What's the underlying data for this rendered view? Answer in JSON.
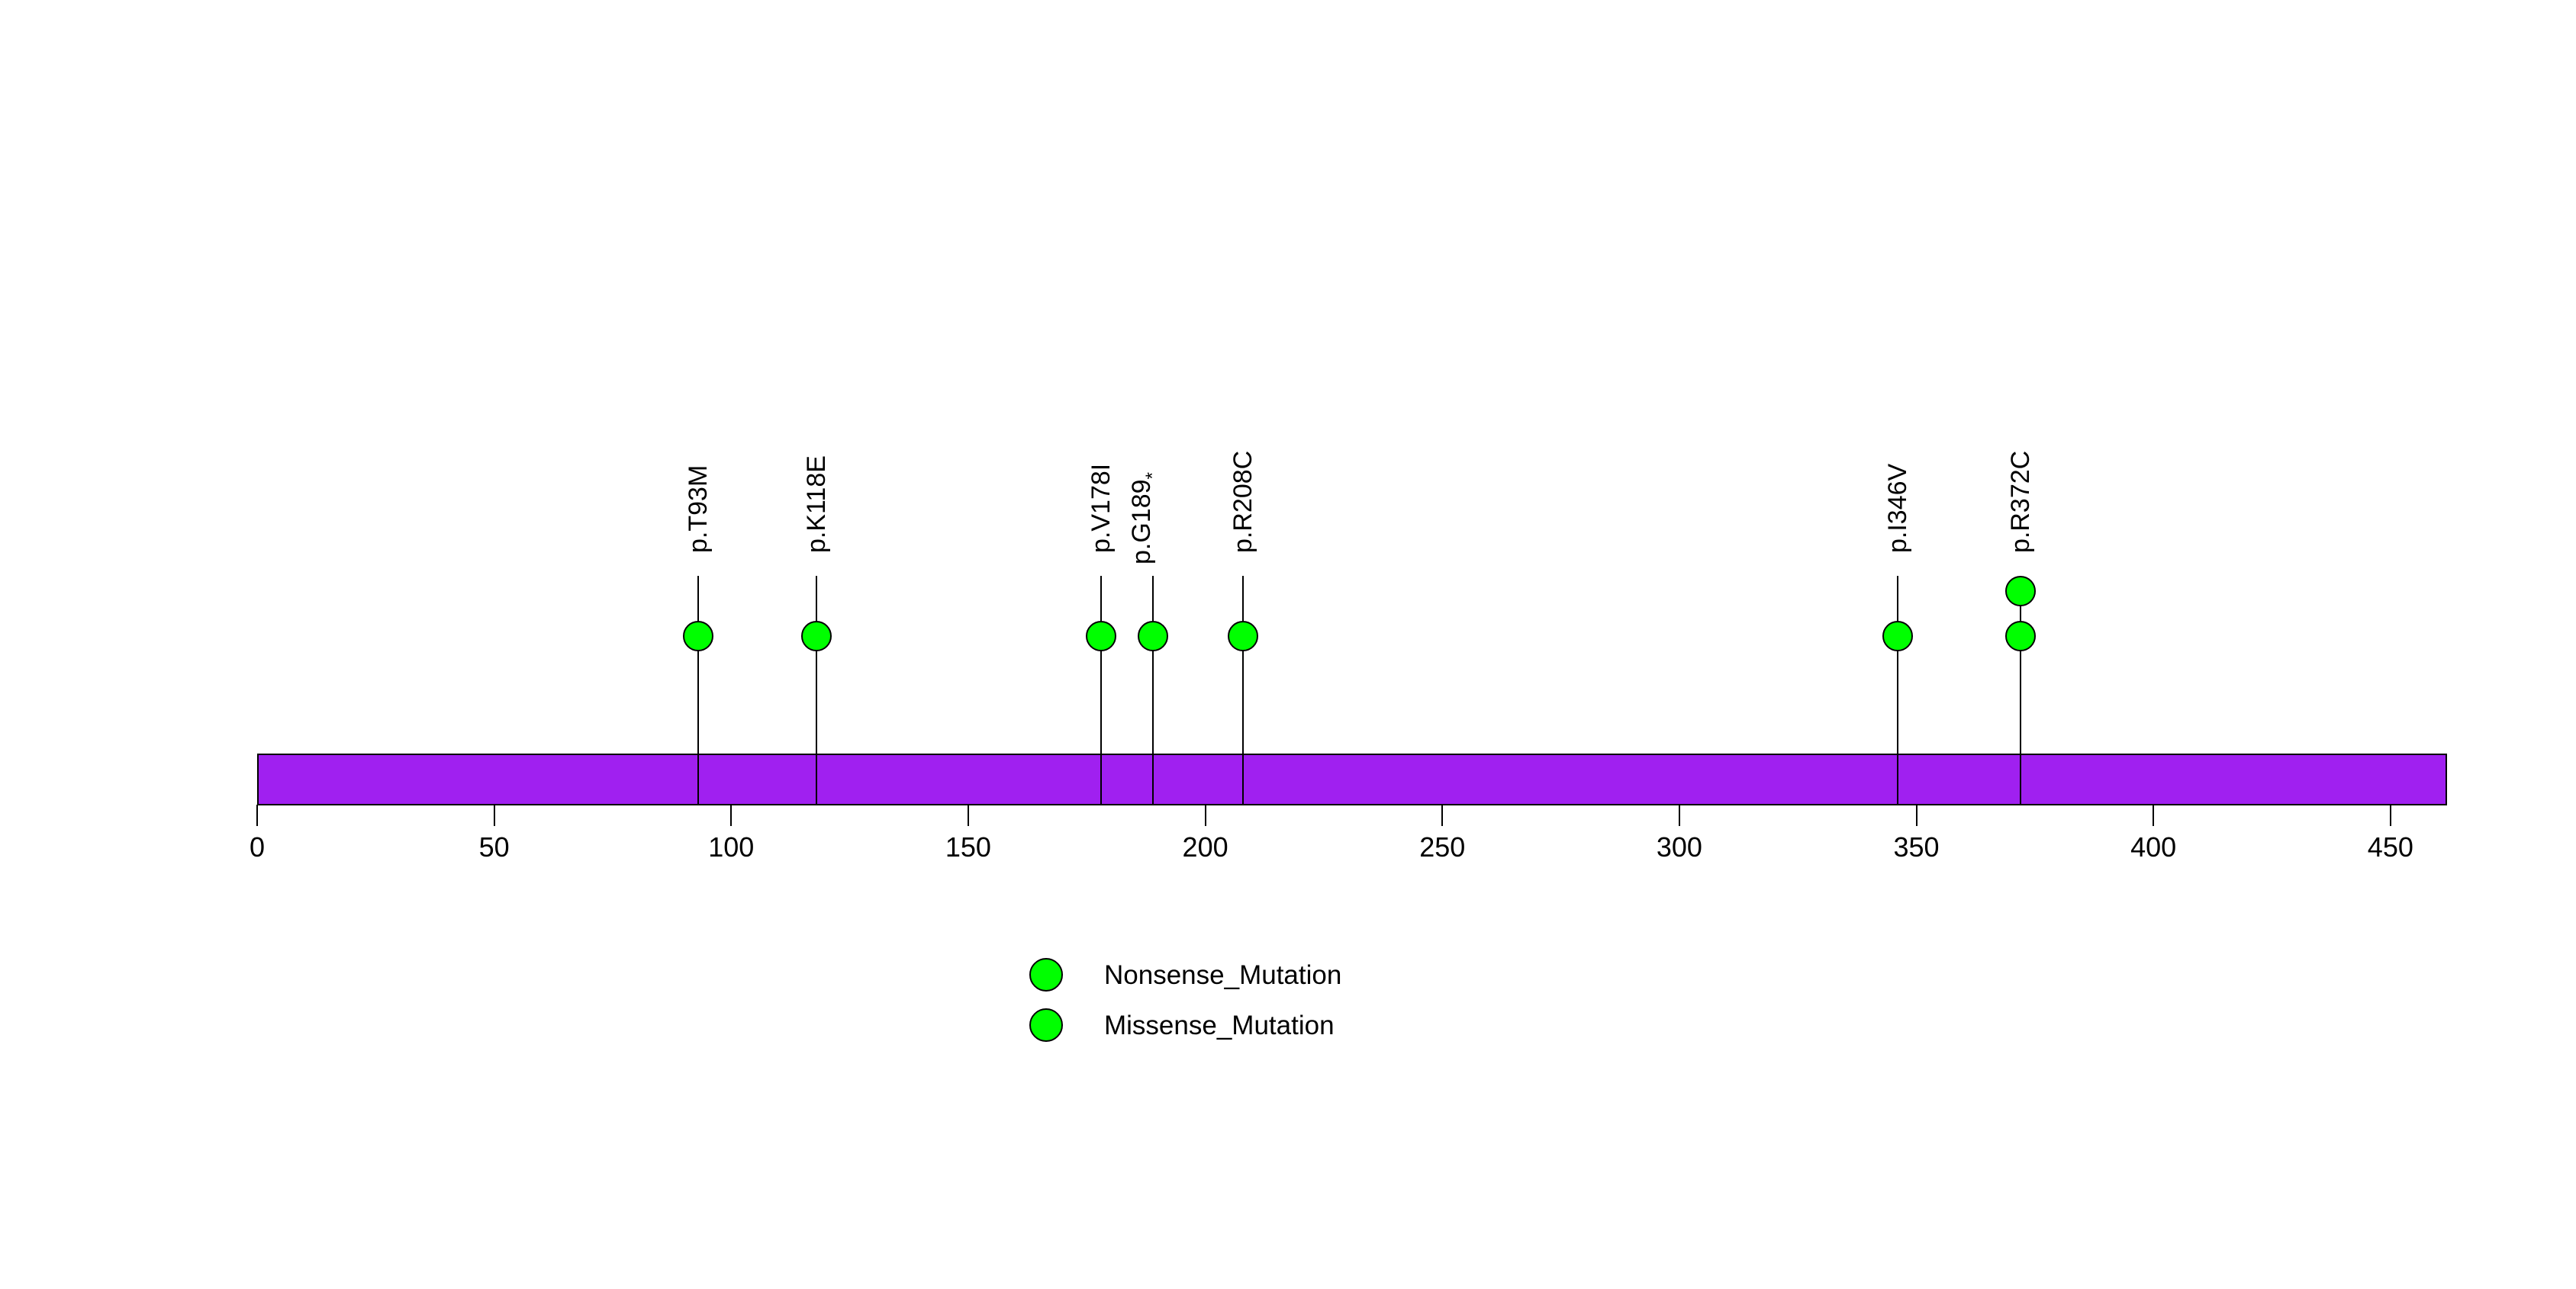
{
  "chart_data": {
    "type": "lollipop",
    "title": "",
    "protein_length": 462,
    "xlim": [
      0,
      462
    ],
    "x_ticks": [
      0,
      50,
      100,
      150,
      200,
      250,
      300,
      350,
      400,
      450
    ],
    "backbone_color": "#A020F0",
    "mutation_point_color": "#00FF00",
    "mutations": [
      {
        "label": "p.T93M",
        "position": 93,
        "count": 1,
        "class": "Missense_Mutation"
      },
      {
        "label": "p.K118E",
        "position": 118,
        "count": 1,
        "class": "Missense_Mutation"
      },
      {
        "label": "p.V178I",
        "position": 178,
        "count": 1,
        "class": "Missense_Mutation"
      },
      {
        "label": "p.G189*",
        "position": 189,
        "count": 1,
        "class": "Nonsense_Mutation"
      },
      {
        "label": "p.R208C",
        "position": 208,
        "count": 1,
        "class": "Missense_Mutation"
      },
      {
        "label": "p.I346V",
        "position": 346,
        "count": 1,
        "class": "Missense_Mutation"
      },
      {
        "label": "p.R372C",
        "position": 372,
        "count": 2,
        "class": "Missense_Mutation"
      }
    ],
    "legend": [
      {
        "label": "Nonsense_Mutation",
        "color": "#00FF00"
      },
      {
        "label": "Missense_Mutation",
        "color": "#00FF00"
      }
    ],
    "legend_position": "bottom-left-of-center",
    "grid": "off"
  }
}
